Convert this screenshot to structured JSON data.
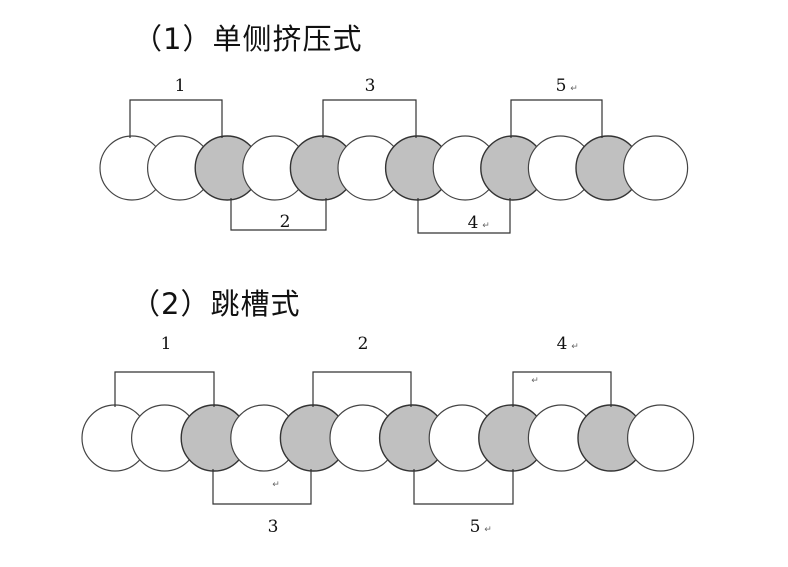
{
  "heading_1": "（1）单侧挤压式",
  "heading_2": "（2）跳槽式",
  "return_mark": "↵",
  "diagram_1": {
    "circles": [
      "open",
      "open",
      "filled",
      "open",
      "filled",
      "open",
      "filled",
      "open",
      "filled",
      "open",
      "filled",
      "open"
    ],
    "brackets_top": [
      {
        "label": "1",
        "mark": false
      },
      {
        "label": "3",
        "mark": false
      },
      {
        "label": "5",
        "mark": true
      }
    ],
    "brackets_bottom": [
      {
        "label": "2",
        "mark": false
      },
      {
        "label": "4",
        "mark": true
      }
    ]
  },
  "diagram_2": {
    "circles": [
      "open",
      "open",
      "filled",
      "open",
      "filled",
      "open",
      "filled",
      "open",
      "filled",
      "open",
      "filled",
      "open"
    ],
    "brackets_top": [
      {
        "label": "1",
        "mark": false
      },
      {
        "label": "2",
        "mark": false
      },
      {
        "label": "4",
        "mark": true
      }
    ],
    "brackets_bottom": [
      {
        "label": "3",
        "mark": false
      },
      {
        "label": "5",
        "mark": true
      }
    ],
    "stray_marks": 2
  }
}
